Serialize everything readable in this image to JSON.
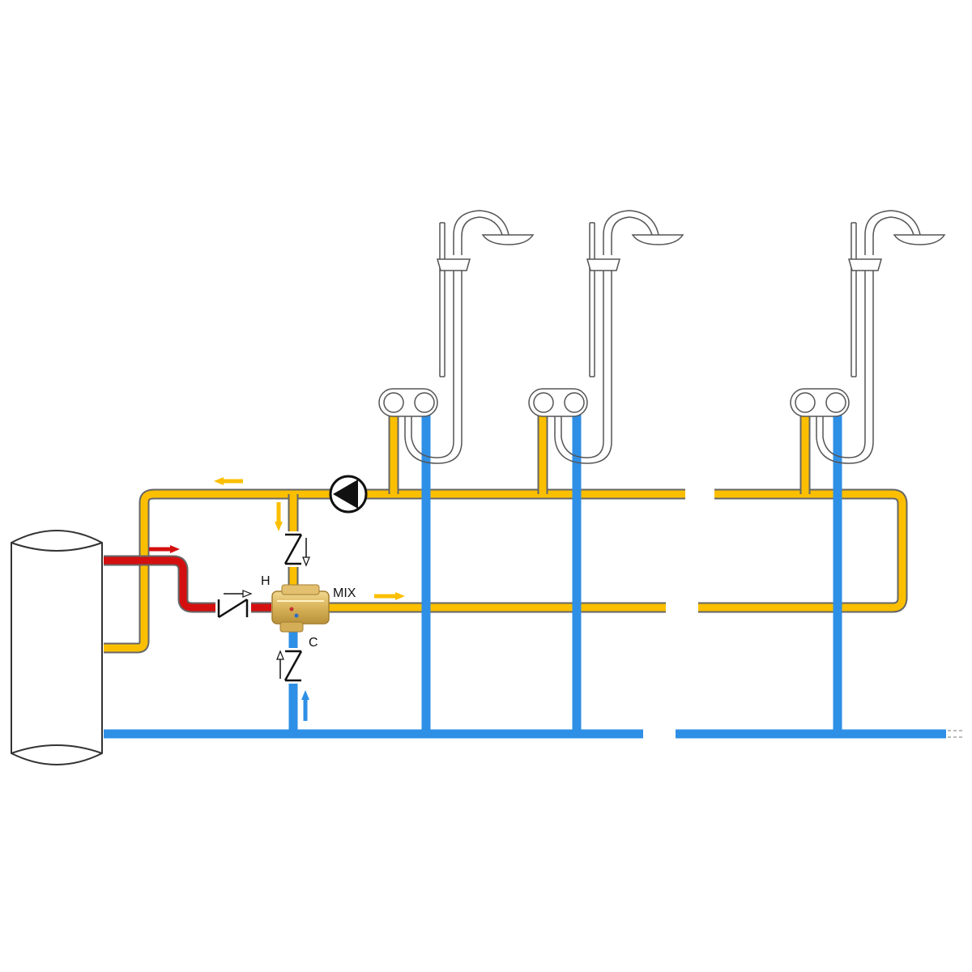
{
  "labels": {
    "hot": "H",
    "mix": "MIX",
    "cold": "C"
  },
  "colors": {
    "hot": "#d40f0f",
    "warm": "#fbbf00",
    "cold": "#2e8fe6",
    "outline": "#666666",
    "brass": "#d9b35a"
  },
  "components": {
    "tank": "storage-tank",
    "pump": "circulation-pump-icon",
    "mixer": "thermostatic-mixing-valve",
    "check_valves": 3,
    "showers": 3
  }
}
